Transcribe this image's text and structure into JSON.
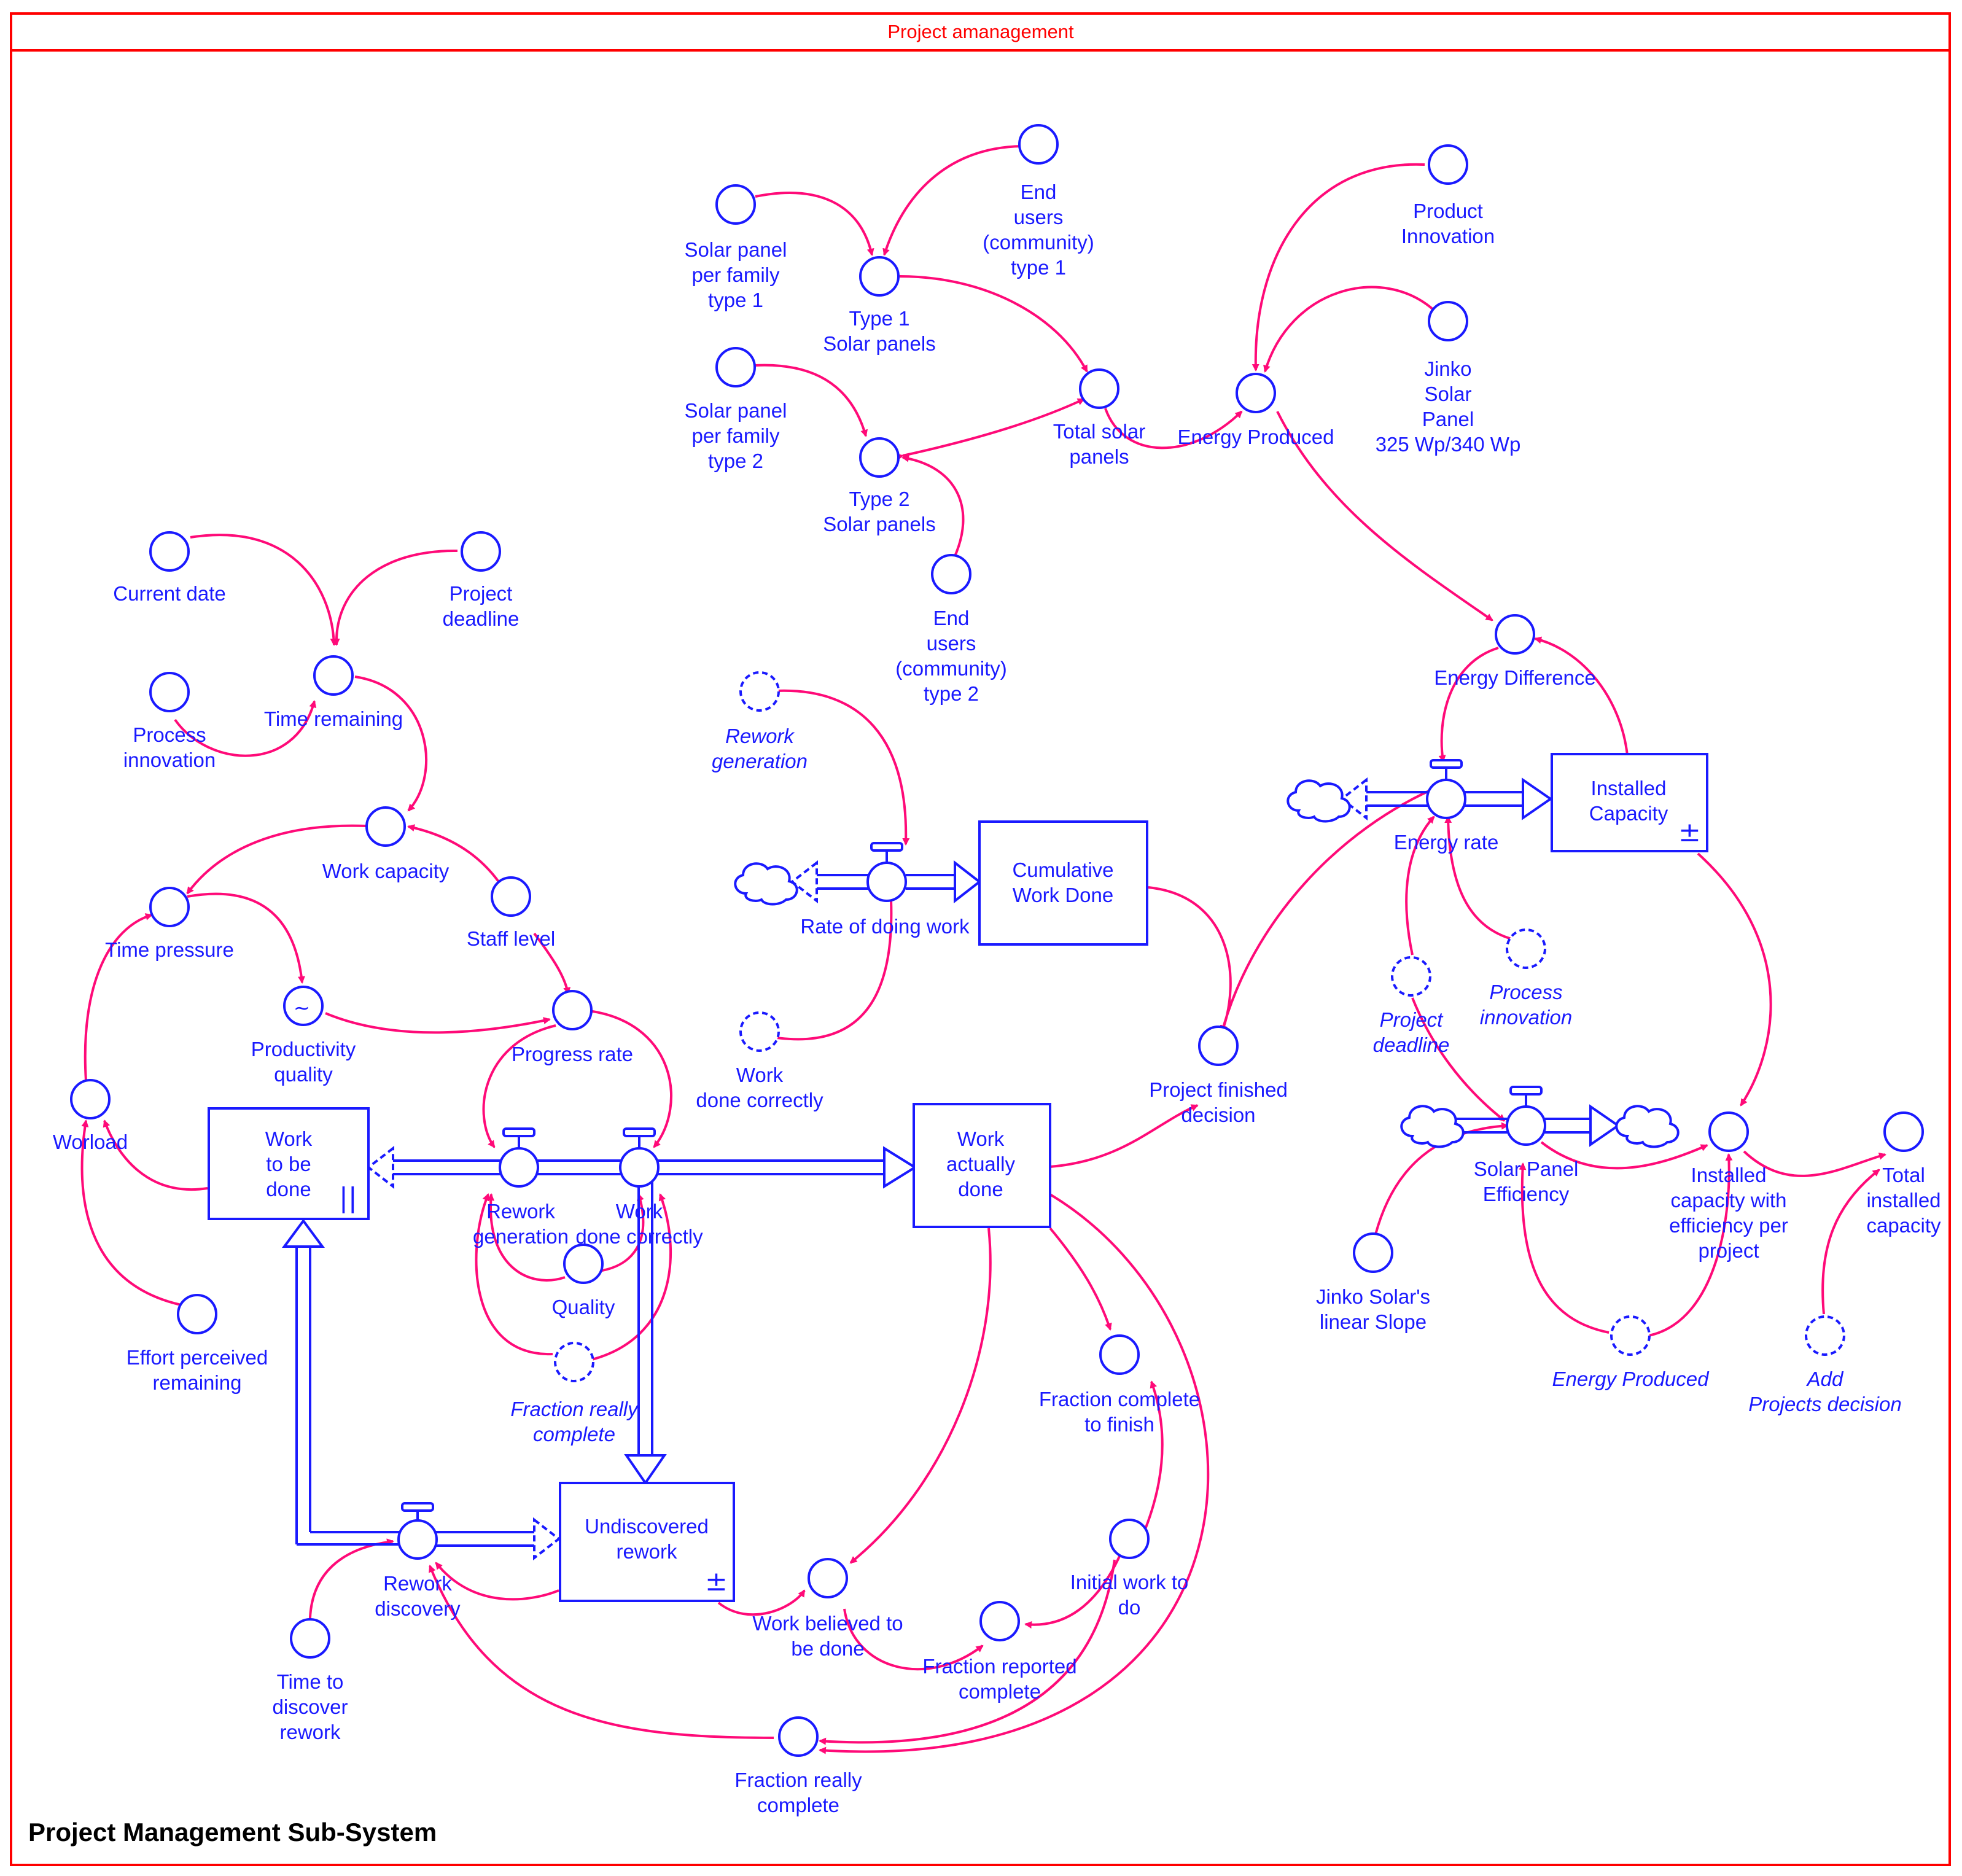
{
  "title": "Project amanagement",
  "footer": "Project Management Sub-System",
  "colors": {
    "frame": "#ff0000",
    "node": "#1a1aff",
    "link": "#ff0a78",
    "background": "#ffffff"
  },
  "labels": {
    "current_date": "Current date",
    "project_deadline": "Project\ndeadline",
    "process_innovation": "Process\ninnovation",
    "time_remaining": "Time remaining",
    "work_capacity": "Work capacity",
    "staff_level": "Staff level",
    "time_pressure": "Time pressure",
    "productivity_quality": "Productivity\nquality",
    "progress_rate": "Progress rate",
    "workload": "Worload",
    "work_to_be_done": "Work\nto be\ndone",
    "rework_generation": "Rework\ngeneration",
    "work_done_correctly": "Work\ndone correctly",
    "quality": "Quality",
    "fraction_really_complete_ghost": "Fraction really\ncomplete",
    "effort_perceived_remaining": "Effort perceived\nremaining",
    "undiscovered_rework": "Undiscovered\nrework",
    "rework_discovery": "Rework\ndiscovery",
    "time_to_discover_rework": "Time to\ndiscover\nrework",
    "work_actually_done": "Work\nactually\ndone",
    "work_believed_done": "Work believed to\nbe done",
    "fraction_reported_complete": "Fraction reported\ncomplete",
    "fraction_complete_to_finish": "Fraction complete\nto finish",
    "initial_work_to_do": "Initial work to\ndo",
    "fraction_really_complete": "Fraction really\ncomplete",
    "rework_generation_ghost": "Rework\ngeneration",
    "rate_of_doing_work": "Rate of doing work",
    "cumulative_work_done": "Cumulative\nWork Done",
    "work_done_correctly_ghost": "Work\ndone correctly",
    "project_finished_decision": "Project finished\ndecision",
    "solar_panel_type1": "Solar panel\nper family\ntype 1",
    "end_users_type1": "End\nusers\n(community)\ntype 1",
    "type1_solar_panels": "Type 1\nSolar panels",
    "solar_panel_type2": "Solar panel\nper family\ntype 2",
    "type2_solar_panels": "Type 2\nSolar panels",
    "end_users_type2": "End\nusers\n(community)\ntype 2",
    "total_solar_panels": "Total solar\npanels",
    "energy_produced": "Energy Produced",
    "product_innovation": "Product\nInnovation",
    "jinko_panel": "Jinko\nSolar\nPanel\n325 Wp/340 Wp",
    "energy_difference": "Energy Difference",
    "energy_rate": "Energy rate",
    "installed_capacity": "Installed\nCapacity",
    "project_deadline_ghost": "Project\ndeadline",
    "process_innovation_ghost": "Process\ninnovation",
    "solar_panel_efficiency": "Solar Panel\nEfficiency",
    "jinko_linear_slope": "Jinko Solar's\nlinear Slope",
    "energy_produced_ghost": "Energy Produced",
    "installed_capacity_efficiency": "Installed\ncapacity with\nefficiency per\nproject",
    "total_installed_capacity": "Total\ninstalled\ncapacity",
    "add_projects_decision": "Add\nProjects decision"
  }
}
